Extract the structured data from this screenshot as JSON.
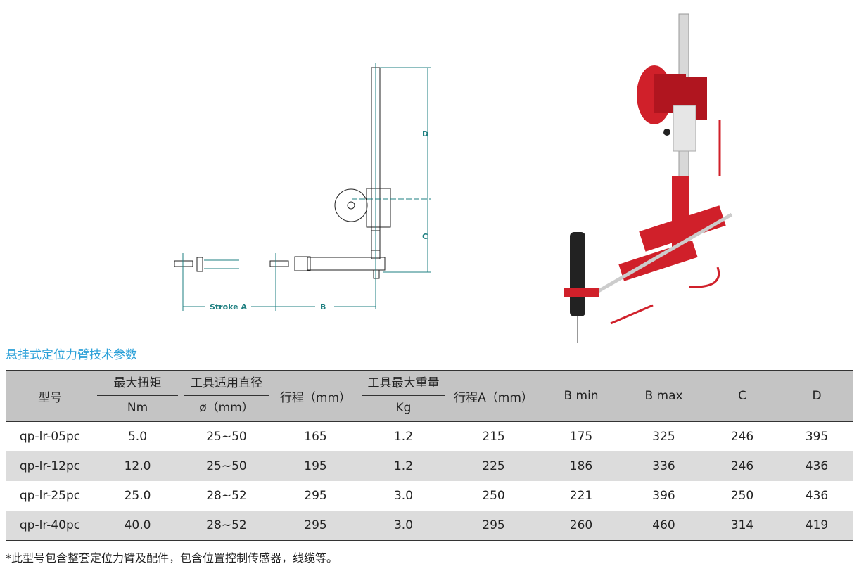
{
  "diagram": {
    "labels": {
      "stroke_a": "Stroke A",
      "b": "B",
      "c": "C",
      "d": "D"
    },
    "accent_color": "#1e7f80",
    "arm_color": "#d0202a"
  },
  "section_title": "悬挂式定位力臂技术参数",
  "table": {
    "headers": [
      {
        "top": "型号"
      },
      {
        "top": "最大扭矩",
        "bottom": "Nm"
      },
      {
        "top": "工具适用直径",
        "bottom": "ø（mm）"
      },
      {
        "top": "行程（mm）"
      },
      {
        "top": "工具最大重量",
        "bottom": "Kg"
      },
      {
        "top": "行程A（mm）"
      },
      {
        "top": "B min"
      },
      {
        "top": "B max"
      },
      {
        "top": "C"
      },
      {
        "top": "D"
      }
    ],
    "rows": [
      [
        "qp-lr-05pc",
        "5.0",
        "25~50",
        "165",
        "1.2",
        "215",
        "175",
        "325",
        "246",
        "395"
      ],
      [
        "qp-lr-12pc",
        "12.0",
        "25~50",
        "195",
        "1.2",
        "225",
        "186",
        "336",
        "246",
        "436"
      ],
      [
        "qp-lr-25pc",
        "25.0",
        "28~52",
        "295",
        "3.0",
        "250",
        "221",
        "396",
        "250",
        "436"
      ],
      [
        "qp-lr-40pc",
        "40.0",
        "28~52",
        "295",
        "3.0",
        "295",
        "260",
        "460",
        "314",
        "419"
      ]
    ]
  },
  "footnote": "*此型号包含整套定位力臂及配件，包含位置控制传感器，线缆等。"
}
